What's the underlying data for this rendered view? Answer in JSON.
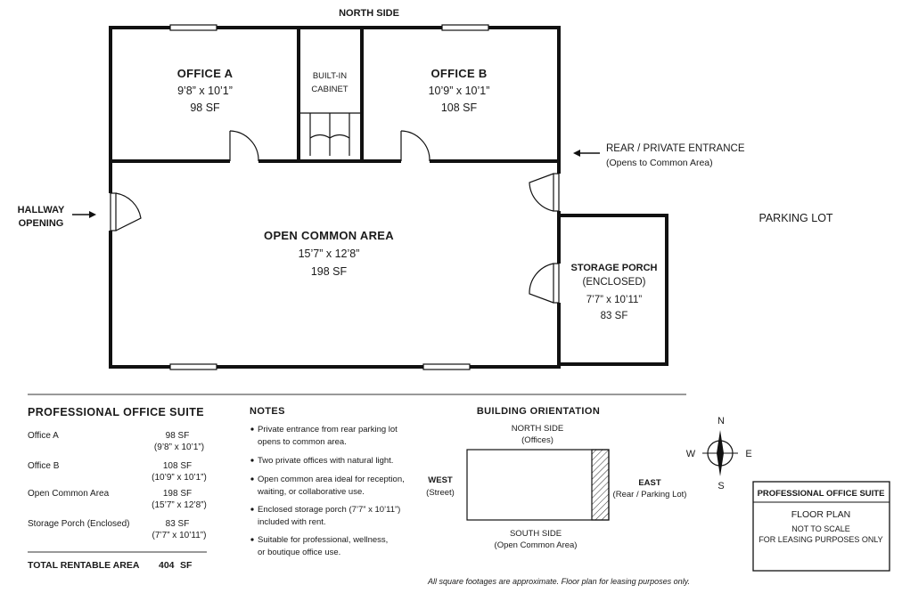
{
  "plan": {
    "north_side": "NORTH SIDE",
    "parking_lot": "PARKING LOT",
    "hallway_line1": "HALLWAY",
    "hallway_line2": "OPENING",
    "rear_entrance_line1": "REAR / PRIVATE ENTRANCE",
    "rear_entrance_line2": "(Opens to Common Area)",
    "rooms": {
      "office_a": {
        "name": "OFFICE A",
        "dims": "9’8” x 10’1”",
        "area": "98 SF"
      },
      "cabinet": {
        "line1": "BUILT-IN",
        "line2": "CABINET"
      },
      "office_b": {
        "name": "OFFICE B",
        "dims": "10’9” x 10’1”",
        "area": "108 SF"
      },
      "common": {
        "name": "OPEN COMMON AREA",
        "dims": "15’7” x 12’8”",
        "area": "198 SF"
      },
      "porch": {
        "name": "STORAGE PORCH",
        "sub": "(ENCLOSED)",
        "dims": "7’7” x 10’11”",
        "area": "83 SF"
      }
    }
  },
  "summary": {
    "title": "PROFESSIONAL OFFICE SUITE",
    "rows": [
      {
        "name": "Office A",
        "area": "98 SF",
        "dims": "(9’8” x 10’1”)"
      },
      {
        "name": "Office B",
        "area": "108 SF",
        "dims": "(10’9” x 10’1”)"
      },
      {
        "name": "Open Common Area",
        "area": "198 SF",
        "dims": "(15’7” x 12’8”)"
      },
      {
        "name": "Storage Porch (Enclosed)",
        "area": "83 SF",
        "dims": "(7’7” x 10’11”)"
      }
    ],
    "total_label": "TOTAL RENTABLE AREA",
    "total_value": "404",
    "total_unit": "SF"
  },
  "notes": {
    "title": "NOTES",
    "items": [
      [
        "Private entrance from rear parking lot",
        "opens to common area."
      ],
      [
        "Two private offices with natural light."
      ],
      [
        "Open common area ideal for reception,",
        "waiting, or collaborative use."
      ],
      [
        "Enclosed storage porch (7’7” x 10’11”)",
        "included with rent."
      ],
      [
        "Suitable for professional, wellness,",
        "or boutique office use."
      ]
    ]
  },
  "orientation": {
    "title": "BUILDING ORIENTATION",
    "north_line1": "NORTH SIDE",
    "north_line2": "(Offices)",
    "south_line1": "SOUTH SIDE",
    "south_line2": "(Open Common Area)",
    "west_line1": "WEST",
    "west_line2": "(Street)",
    "east_line1": "EAST",
    "east_line2": "(Rear / Parking Lot)"
  },
  "compass": {
    "n": "N",
    "s": "S",
    "e": "E",
    "w": "W"
  },
  "title_block": {
    "title": "PROFESSIONAL OFFICE SUITE",
    "subtitle": "FLOOR PLAN",
    "note1": "NOT TO SCALE",
    "note2": "FOR LEASING PURPOSES ONLY"
  },
  "footer": "All square footages are approximate. Floor plan for leasing purposes only."
}
